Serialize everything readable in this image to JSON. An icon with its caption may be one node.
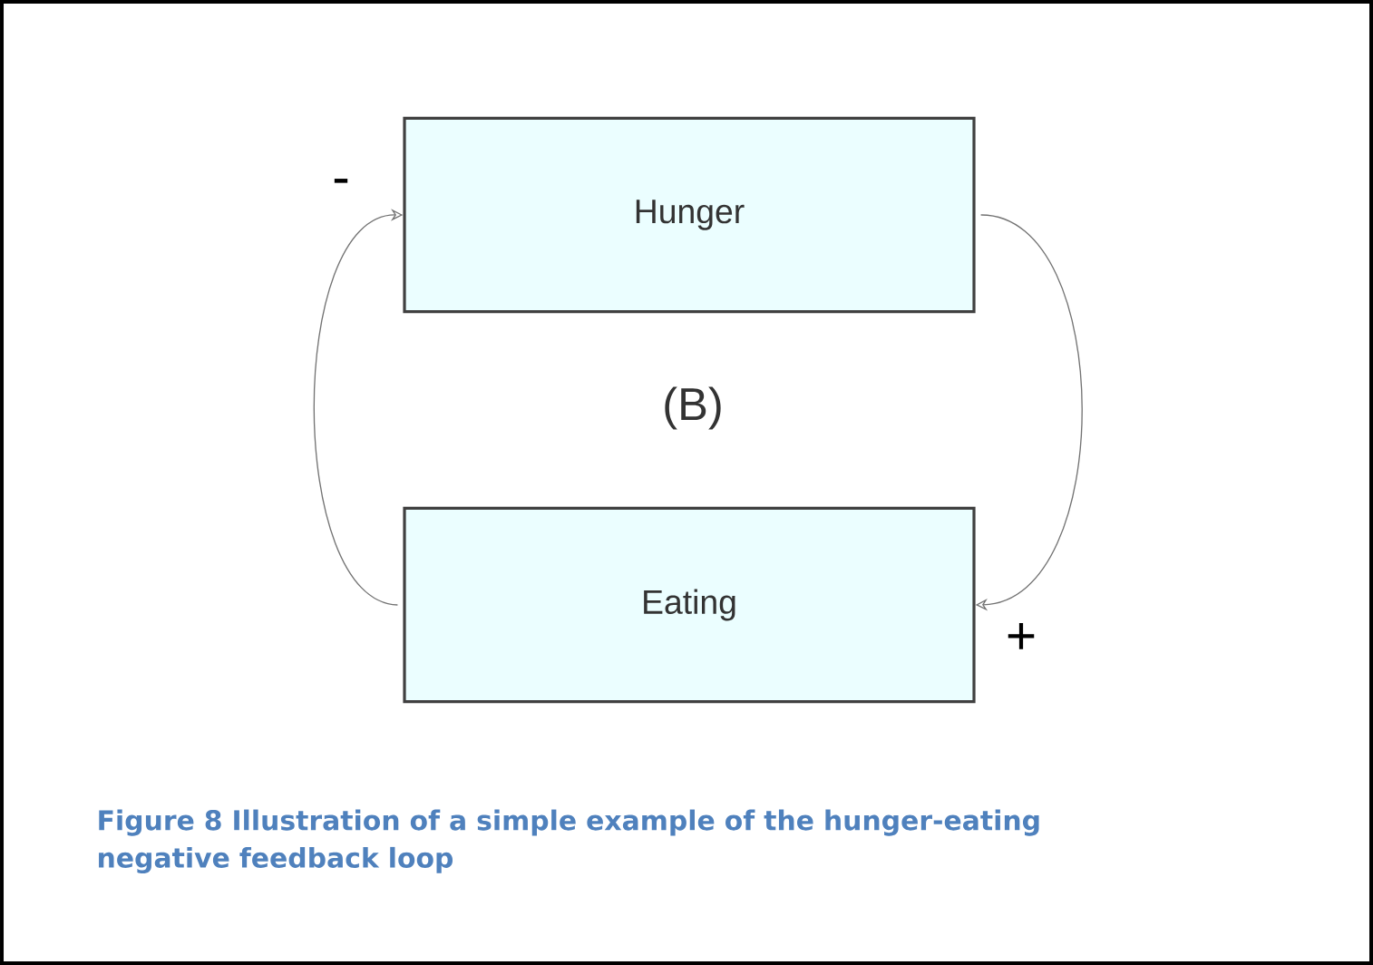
{
  "diagram": {
    "caption": "Figure 8 Illustration of a simple example of the hunger-eating negative feedback loop",
    "nodes": [
      {
        "text": [
          "Hunger"
        ]
      },
      {
        "text": [
          "Eating"
        ]
      }
    ],
    "edges": [
      {
        "from": 0,
        "to": 1,
        "arrow": "to",
        "label": "+"
      },
      {
        "from": 1,
        "to": 0,
        "arrow": "to",
        "label": "-"
      }
    ],
    "labels": [
      "(B)"
    ]
  }
}
